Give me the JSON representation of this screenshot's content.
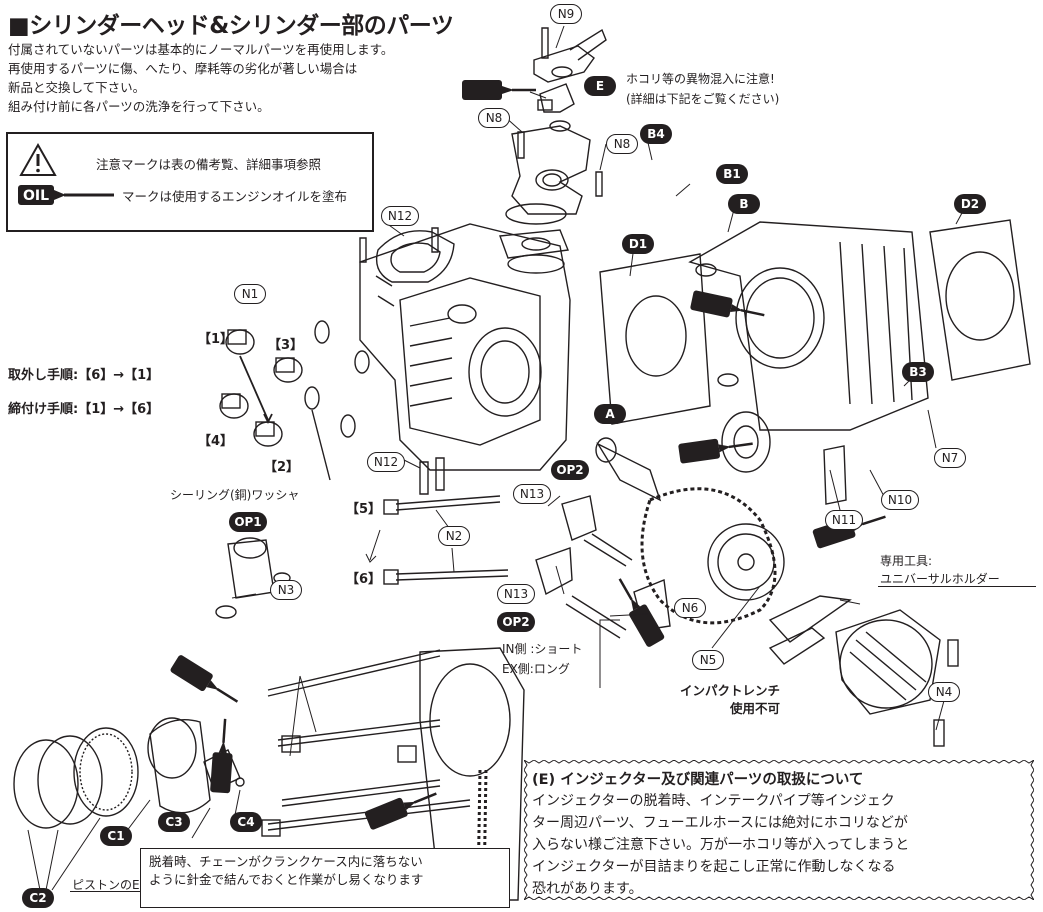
{
  "title": "■シリンダーヘッド&シリンダー部のパーツ",
  "intro": [
    "付属されていないパーツは基本的にノーマルパーツを再使用します。",
    "再使用するパーツに傷、へたり、摩耗等の劣化が著しい場合は",
    "新品と交換して下さい。",
    "組み付け前に各パーツの洗浄を行って下さい。"
  ],
  "legend": {
    "caution_text": "注意マークは表の備考覧、詳細事項参照",
    "oil_text": "マークは使用するエンジンオイルを塗布",
    "oil_word": "OIL"
  },
  "steps": {
    "removal": "取外し手順:【6】→【1】",
    "tighten": "締付け手順:【1】→【6】",
    "s1": "【1】",
    "s2": "【2】",
    "s3": "【3】",
    "s4": "【4】",
    "s5": "【5】",
    "s6": "【6】"
  },
  "labels": {
    "sealing_washer": "シーリング(銅)ワッシャ",
    "dust_caution": "ホコリ等の異物混入に注意!",
    "dust_detail": "(詳細は下記をご覧ください)",
    "in_side": "IN側 :ショート",
    "ex_side": "EX側:ロング",
    "impact_wrench_1": "インパクトレンチ",
    "impact_wrench_2": "使用不可",
    "special_tool_1": "専用工具:",
    "special_tool_2": "ユニバーサルホルダー",
    "piston_note": "ピストンのEXマークは排気側へ"
  },
  "part_codes": {
    "n1": "N1",
    "n2": "N2",
    "n3": "N3",
    "n4": "N4",
    "n5": "N5",
    "n6": "N6",
    "n7": "N7",
    "n8": "N8",
    "n9": "N9",
    "n10": "N10",
    "n11": "N11",
    "n12": "N12",
    "n13": "N13",
    "e": "E",
    "b4": "B4",
    "b1": "B1",
    "b": "B",
    "d1": "D1",
    "d2": "D2",
    "b3": "B3",
    "a": "A",
    "op1": "OP1",
    "op2": "OP2",
    "c1": "C1",
    "c2": "C2",
    "c3": "C3",
    "c4": "C4"
  },
  "injector_note": {
    "title": "(E) インジェクター及び関連パーツの取扱について",
    "body": [
      "インジェクターの脱着時、インテークパイプ等インジェク",
      "ター周辺パーツ、フューエルホースには絶対にホコリなどが",
      "入らない様ご注意下さい。万が一ホコリ等が入ってしまうと",
      "インジェクターが目詰まりを起こし正常に作動しなくなる",
      "恐れがあります。"
    ]
  },
  "chain_note": [
    "脱着時、チェーンがクランクケース内に落ちない",
    "ように針金で結んでおくと作業がし易くなります"
  ],
  "colors": {
    "ink": "#231f20",
    "paper": "#ffffff"
  }
}
